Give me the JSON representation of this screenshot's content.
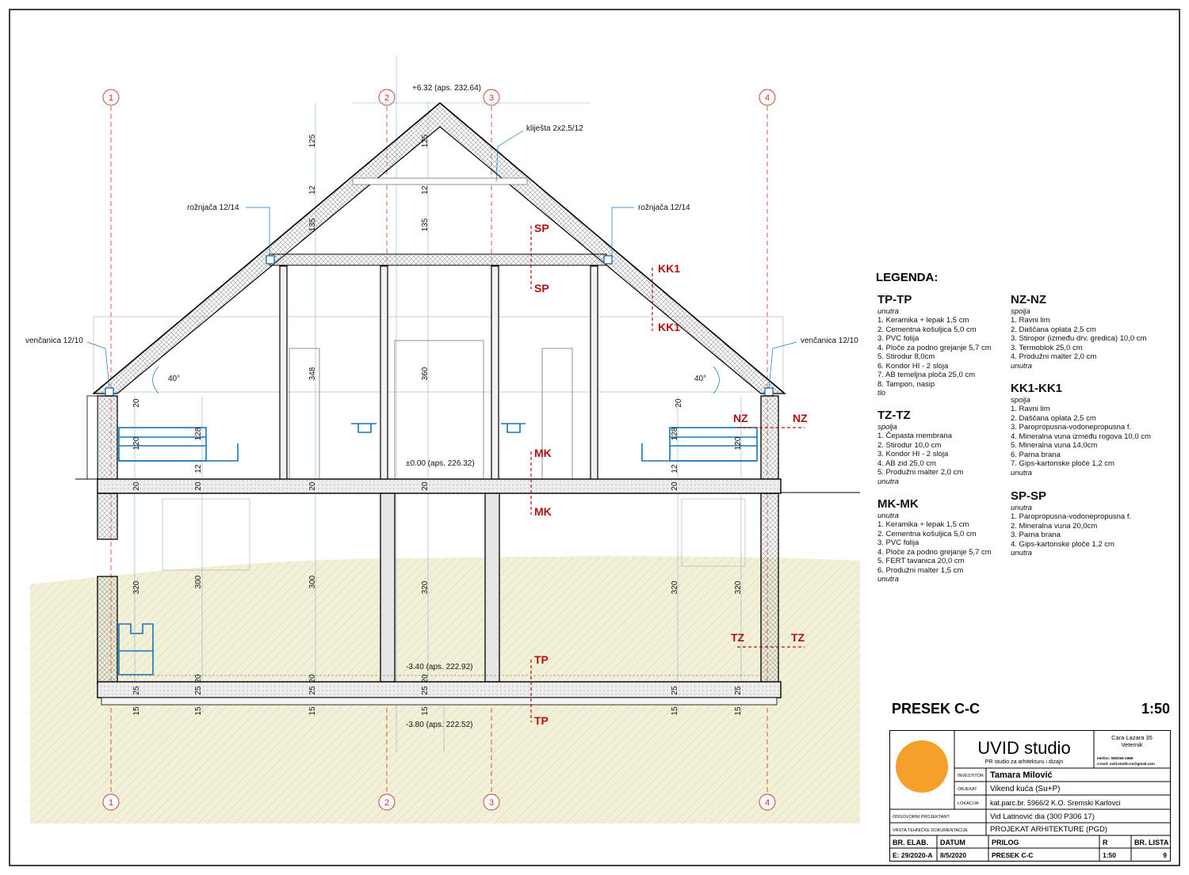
{
  "axes": {
    "a1": "1",
    "a2": "2",
    "a3": "3",
    "a4": "4"
  },
  "levels": {
    "top": "+6.32 (aps. 232.64)",
    "zero": "±0.00 (aps. 226.32)",
    "m340": "-3.40 (aps. 222.92)",
    "m380": "-3.80 (aps. 222.52)"
  },
  "notes": {
    "kljesta": "kliješta 2x2,5/12",
    "roznjaca_left": "rožnjača 12/14",
    "roznjaca_right": "rožnjača 12/14",
    "vencanica_left": "venčanica 12/10",
    "vencanica_right": "venčanica 12/10",
    "angle_left": "40°",
    "angle_right": "40°"
  },
  "dims": {
    "d125a": "125",
    "d12a": "12",
    "d135a": "135",
    "d125b": "125",
    "d12b": "12",
    "d135b": "135",
    "d348": "348",
    "d360": "360",
    "d20a": "20",
    "d120a": "120",
    "d128a": "128",
    "d12c": "12",
    "d20b": "20",
    "d120b": "120",
    "d128b": "128",
    "d12d": "12",
    "d20c": "20",
    "d20d": "20",
    "d20e": "20",
    "d20f": "20",
    "d20g": "20",
    "d320a": "320",
    "d300a": "300",
    "d300b": "300",
    "d320b": "320",
    "d320c": "320",
    "d320d": "320",
    "d25a": "25",
    "d25b": "25",
    "d25c": "25",
    "d25d": "25",
    "d25e": "25",
    "d25f": "25",
    "d15a": "15",
    "d15b": "15",
    "d15c": "15",
    "d15d": "15",
    "d15e": "15",
    "d15f": "15",
    "d20h": "20",
    "d20i": "20",
    "d20j": "20"
  },
  "section_marks": {
    "sp1": "SP",
    "sp2": "SP",
    "kk1a": "KK1",
    "kk1b": "KK1",
    "nz1": "NZ",
    "nz2": "NZ",
    "mk1": "MK",
    "mk2": "MK",
    "tz1": "TZ",
    "tz2": "TZ",
    "tp1": "TP",
    "tp2": "TP"
  },
  "legend": {
    "title": "LEGENDA:",
    "groups": [
      {
        "name": "TP-TP",
        "side": "unutra",
        "items": [
          "1. Keramika + lepak 1,5 cm",
          "2. Cementna košuljica 5,0 cm",
          "3. PVC folija",
          "4. Ploče za podno grejanje 5,7 cm",
          "5. Stirodur 8,0cm",
          "6. Kondor HI - 2 sloja",
          "7. AB temeljna ploča 25,0 cm",
          "8. Tampon, nasip"
        ],
        "end": "tlo"
      },
      {
        "name": "TZ-TZ",
        "side": "spolja",
        "items": [
          "1. Čepasta membrana",
          "2. Stirodur 10,0 cm",
          "3. Kondor HI - 2 sloja",
          "4. AB zid 25,0 cm",
          "5. Produžni malter 2,0 cm"
        ],
        "end": "unutra"
      },
      {
        "name": "MK-MK",
        "side": "unutra",
        "items": [
          "1. Keramika + lepak 1,5 cm",
          "2. Cementna košuljica 5,0 cm",
          "3. PVC folija",
          "4. Ploče za podno grejanje 5,7 cm",
          "5. FERT tavanica 20,0 cm",
          "6. Produžni malter 1,5 cm"
        ],
        "end": "unutra"
      },
      {
        "name": "NZ-NZ",
        "side": "spolja",
        "items": [
          "1. Ravni lim",
          "2. Daščana oplata 2,5 cm",
          "3. Stiropor (između drv. gredica) 10,0 cm",
          "3. Termoblok 25,0 cm",
          "4. Produžni malter 2,0 cm"
        ],
        "end": "unutra"
      },
      {
        "name": "KK1-KK1",
        "side": "spolja",
        "items": [
          "1. Ravni lim",
          "2. Daščana oplata 2,5 cm",
          "3. Paropropusna-vodonepropusna f.",
          "4. Mineralna vuna između rogova 10,0 cm",
          "5. Mineralna vuna 14,0cm",
          "6. Parna brana",
          "7. Gips-kartonske ploče 1,2 cm"
        ],
        "end": "unutra"
      },
      {
        "name": "SP-SP",
        "side": "unutra",
        "items": [
          "1. Paropropusna-vodonepropusna f.",
          "2. Mineralna vuna 20,0cm",
          "3. Parna brana",
          "4. Gips-kartonske ploče 1,2 cm"
        ],
        "end": "unutra"
      }
    ]
  },
  "sheet": {
    "title": "PRESEK C-C",
    "scale": "1:50"
  },
  "titleblock": {
    "studio": "UVID studio",
    "studio_sub": "PR studio za arhitekturu i dizajn",
    "address1": "Cara Lazara 35",
    "address2": "Veternik",
    "phone": "telefon: 065/206-1986",
    "email": "e-mail: uvid.studio.ns@gmail.com",
    "investitor_label": "INVESTITOR",
    "investitor": "Tamara Milović",
    "objekat_label": "OBJEKAT",
    "objekat": "Vikend kuća (Su+P)",
    "lokacija_label": "LOKACIJA",
    "lokacija": "kat.parc.br. 5966/2  K.O. Sremski Karlovci",
    "projektant_label": "ODGOVORNI PROJEKTANT",
    "projektant": "Vid Latinović dia (300 P306 17)",
    "vrsta_label": "VRSTA TEHNIČKE DOKUMENTACIJE",
    "vrsta": "PROJEKAT ARHITEKTURE (PGD)",
    "h_brelab": "BR. ELAB.",
    "h_datum": "DATUM",
    "h_prilog": "PRILOG",
    "h_r": "R",
    "h_brlista": "BR. LISTA",
    "v_brelab": "E: 29/2020-A",
    "v_datum": "8/5/2020",
    "v_prilog": "PRESEK C-C",
    "v_r": "1:50",
    "v_brlista": "9"
  },
  "colors": {
    "section_red": "#b01010",
    "axis_red": "#c0392b",
    "furniture_blue": "#1a73b8",
    "ground": "#f3f0d8",
    "logo_orange": "#f5a02a"
  }
}
